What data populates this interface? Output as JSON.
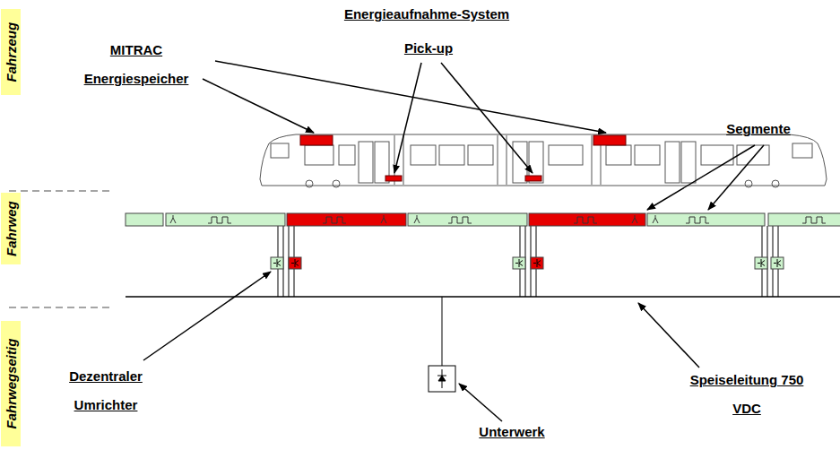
{
  "diagram": {
    "nodes": [
      {
        "text": [
          "Fahrzeug"
        ]
      },
      {
        "text": [
          "Fahrweg"
        ]
      },
      {
        "text": [
          "Fahrwegseitig"
        ]
      }
    ],
    "labels": [
      "MITRAC Energiespeicher",
      "Energieaufnahme-System",
      "Pick-up",
      "Segmente",
      "Dezentraler Umrichter",
      "Unterwerk",
      "Speiseleitung 750 VDC"
    ]
  }
}
